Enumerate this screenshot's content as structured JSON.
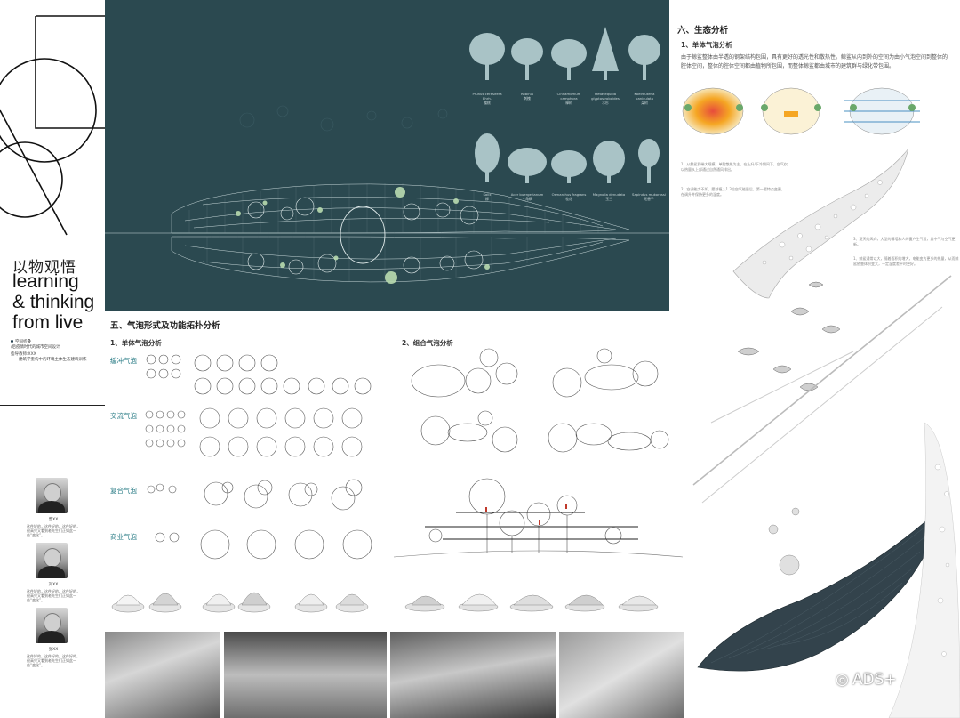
{
  "left": {
    "title_cn": "以物观悟",
    "title_en_1": "learning",
    "title_en_2": "& thinking",
    "title_en_3": "from live",
    "meta_1": "空间折叠",
    "meta_2": "/后疫情时代的城市空间设计",
    "meta_3": "指导教师:XXX",
    "meta_4": "——建筑学重构中的环境主体生态建筑训练",
    "members": [
      {
        "name": "曾XX",
        "desc": "这件好的，这件好的。这件好的，很高兴又看到老先生们正如此一些“变化”。"
      },
      {
        "name": "刘XX",
        "desc": "这件好的，这件好的。这件好的，很高兴又看到老先生们正如此一些“变化”。"
      },
      {
        "name": "张XX",
        "desc": "这件好的，这件好的。这件好的，很高兴又看到老先生们正如此一些“变化”。"
      }
    ]
  },
  "trees": {
    "row1": [
      {
        "en": "Prunus cerasifera Ehrh.",
        "cn": "樱桃"
      },
      {
        "en": "Robinia",
        "cn": "刺槐"
      },
      {
        "en": "Cinnamomum camphora",
        "cn": "樟树"
      },
      {
        "en": "Metasequoia glyptostroboides",
        "cn": "水杉"
      },
      {
        "en": "Koelreuteria paniculata",
        "cn": "栾树"
      }
    ],
    "row2": [
      {
        "en": "Salix",
        "cn": "柳"
      },
      {
        "en": "Acer buergerianum",
        "cn": "三角枫"
      },
      {
        "en": "Osmanthus fragrans",
        "cn": "桂花"
      },
      {
        "en": "Magnolia denudata",
        "cn": "玉兰"
      },
      {
        "en": "Sapindus mukorossi",
        "cn": "无患子"
      }
    ]
  },
  "sec5": {
    "title": "五、气泡形式及功能拓扑分析",
    "sub1": "1、单体气泡分析",
    "sub2": "2、组合气泡分析",
    "rows": [
      "缓冲气泡",
      "交流气泡",
      "复合气泡",
      "商业气泡"
    ]
  },
  "sec6": {
    "title": "六、生态分析",
    "sub": "1、单体气泡分析",
    "body": "由于鲸鲨整体由半透的钢架结构包围，具有更好的透光性和散热性。鲸鲨从内到外的空间为由小气泡空间到整体的腔体空间，整体的腔体空间都由植物所包围，而整体鲸鲨都由城市的建筑群与绿化带包围。",
    "note1": "1、从鲸鲨到带大规模，单腔散热为主，在上升/下冷期间下，空气仅以热量从上部通过自然通风排出。",
    "note2": "2、空调能力不如，腰部植入1.3倍空气能量后，第一要特点变更，在调升并保持更多的温度。",
    "note3": "3、夏天的风向，大型的幕墙和人的窗户生气设，其中气与空气更新。",
    "note4": "1、鲸鲨通常以大，随着面积的增大，电能变为更多的热量，从而鲸鲨依靠体积变大，一定温度差平时更好。"
  },
  "watermark": "ADS+",
  "colors": {
    "dark_panel": "#2b4950",
    "tree": "#a9c3c6",
    "accent_teal": "#2a7c86",
    "green_blob": "#b9dcb0"
  }
}
